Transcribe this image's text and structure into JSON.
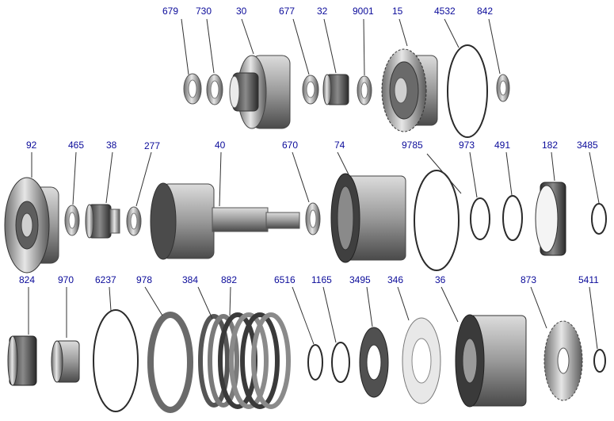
{
  "diagram": {
    "parts": [
      {
        "id": "p679",
        "label": "679"
      },
      {
        "id": "p730",
        "label": "730"
      },
      {
        "id": "p30",
        "label": "30"
      },
      {
        "id": "p677",
        "label": "677"
      },
      {
        "id": "p32",
        "label": "32"
      },
      {
        "id": "p9001",
        "label": "9001"
      },
      {
        "id": "p15",
        "label": "15"
      },
      {
        "id": "p4532",
        "label": "4532"
      },
      {
        "id": "p842",
        "label": "842"
      },
      {
        "id": "p92",
        "label": "92"
      },
      {
        "id": "p465",
        "label": "465"
      },
      {
        "id": "p38",
        "label": "38"
      },
      {
        "id": "p277",
        "label": "277"
      },
      {
        "id": "p40",
        "label": "40"
      },
      {
        "id": "p670",
        "label": "670"
      },
      {
        "id": "p74",
        "label": "74"
      },
      {
        "id": "p9785",
        "label": "9785"
      },
      {
        "id": "p973",
        "label": "973"
      },
      {
        "id": "p491",
        "label": "491"
      },
      {
        "id": "p182",
        "label": "182"
      },
      {
        "id": "p3485",
        "label": "3485"
      },
      {
        "id": "p824",
        "label": "824"
      },
      {
        "id": "p970",
        "label": "970"
      },
      {
        "id": "p6237",
        "label": "6237"
      },
      {
        "id": "p978",
        "label": "978"
      },
      {
        "id": "p384",
        "label": "384"
      },
      {
        "id": "p882",
        "label": "882"
      },
      {
        "id": "p6516",
        "label": "6516"
      },
      {
        "id": "p1165",
        "label": "1165"
      },
      {
        "id": "p3495",
        "label": "3495"
      },
      {
        "id": "p346",
        "label": "346"
      },
      {
        "id": "p36",
        "label": "36"
      },
      {
        "id": "p873",
        "label": "873"
      },
      {
        "id": "p5411",
        "label": "5411"
      }
    ]
  }
}
